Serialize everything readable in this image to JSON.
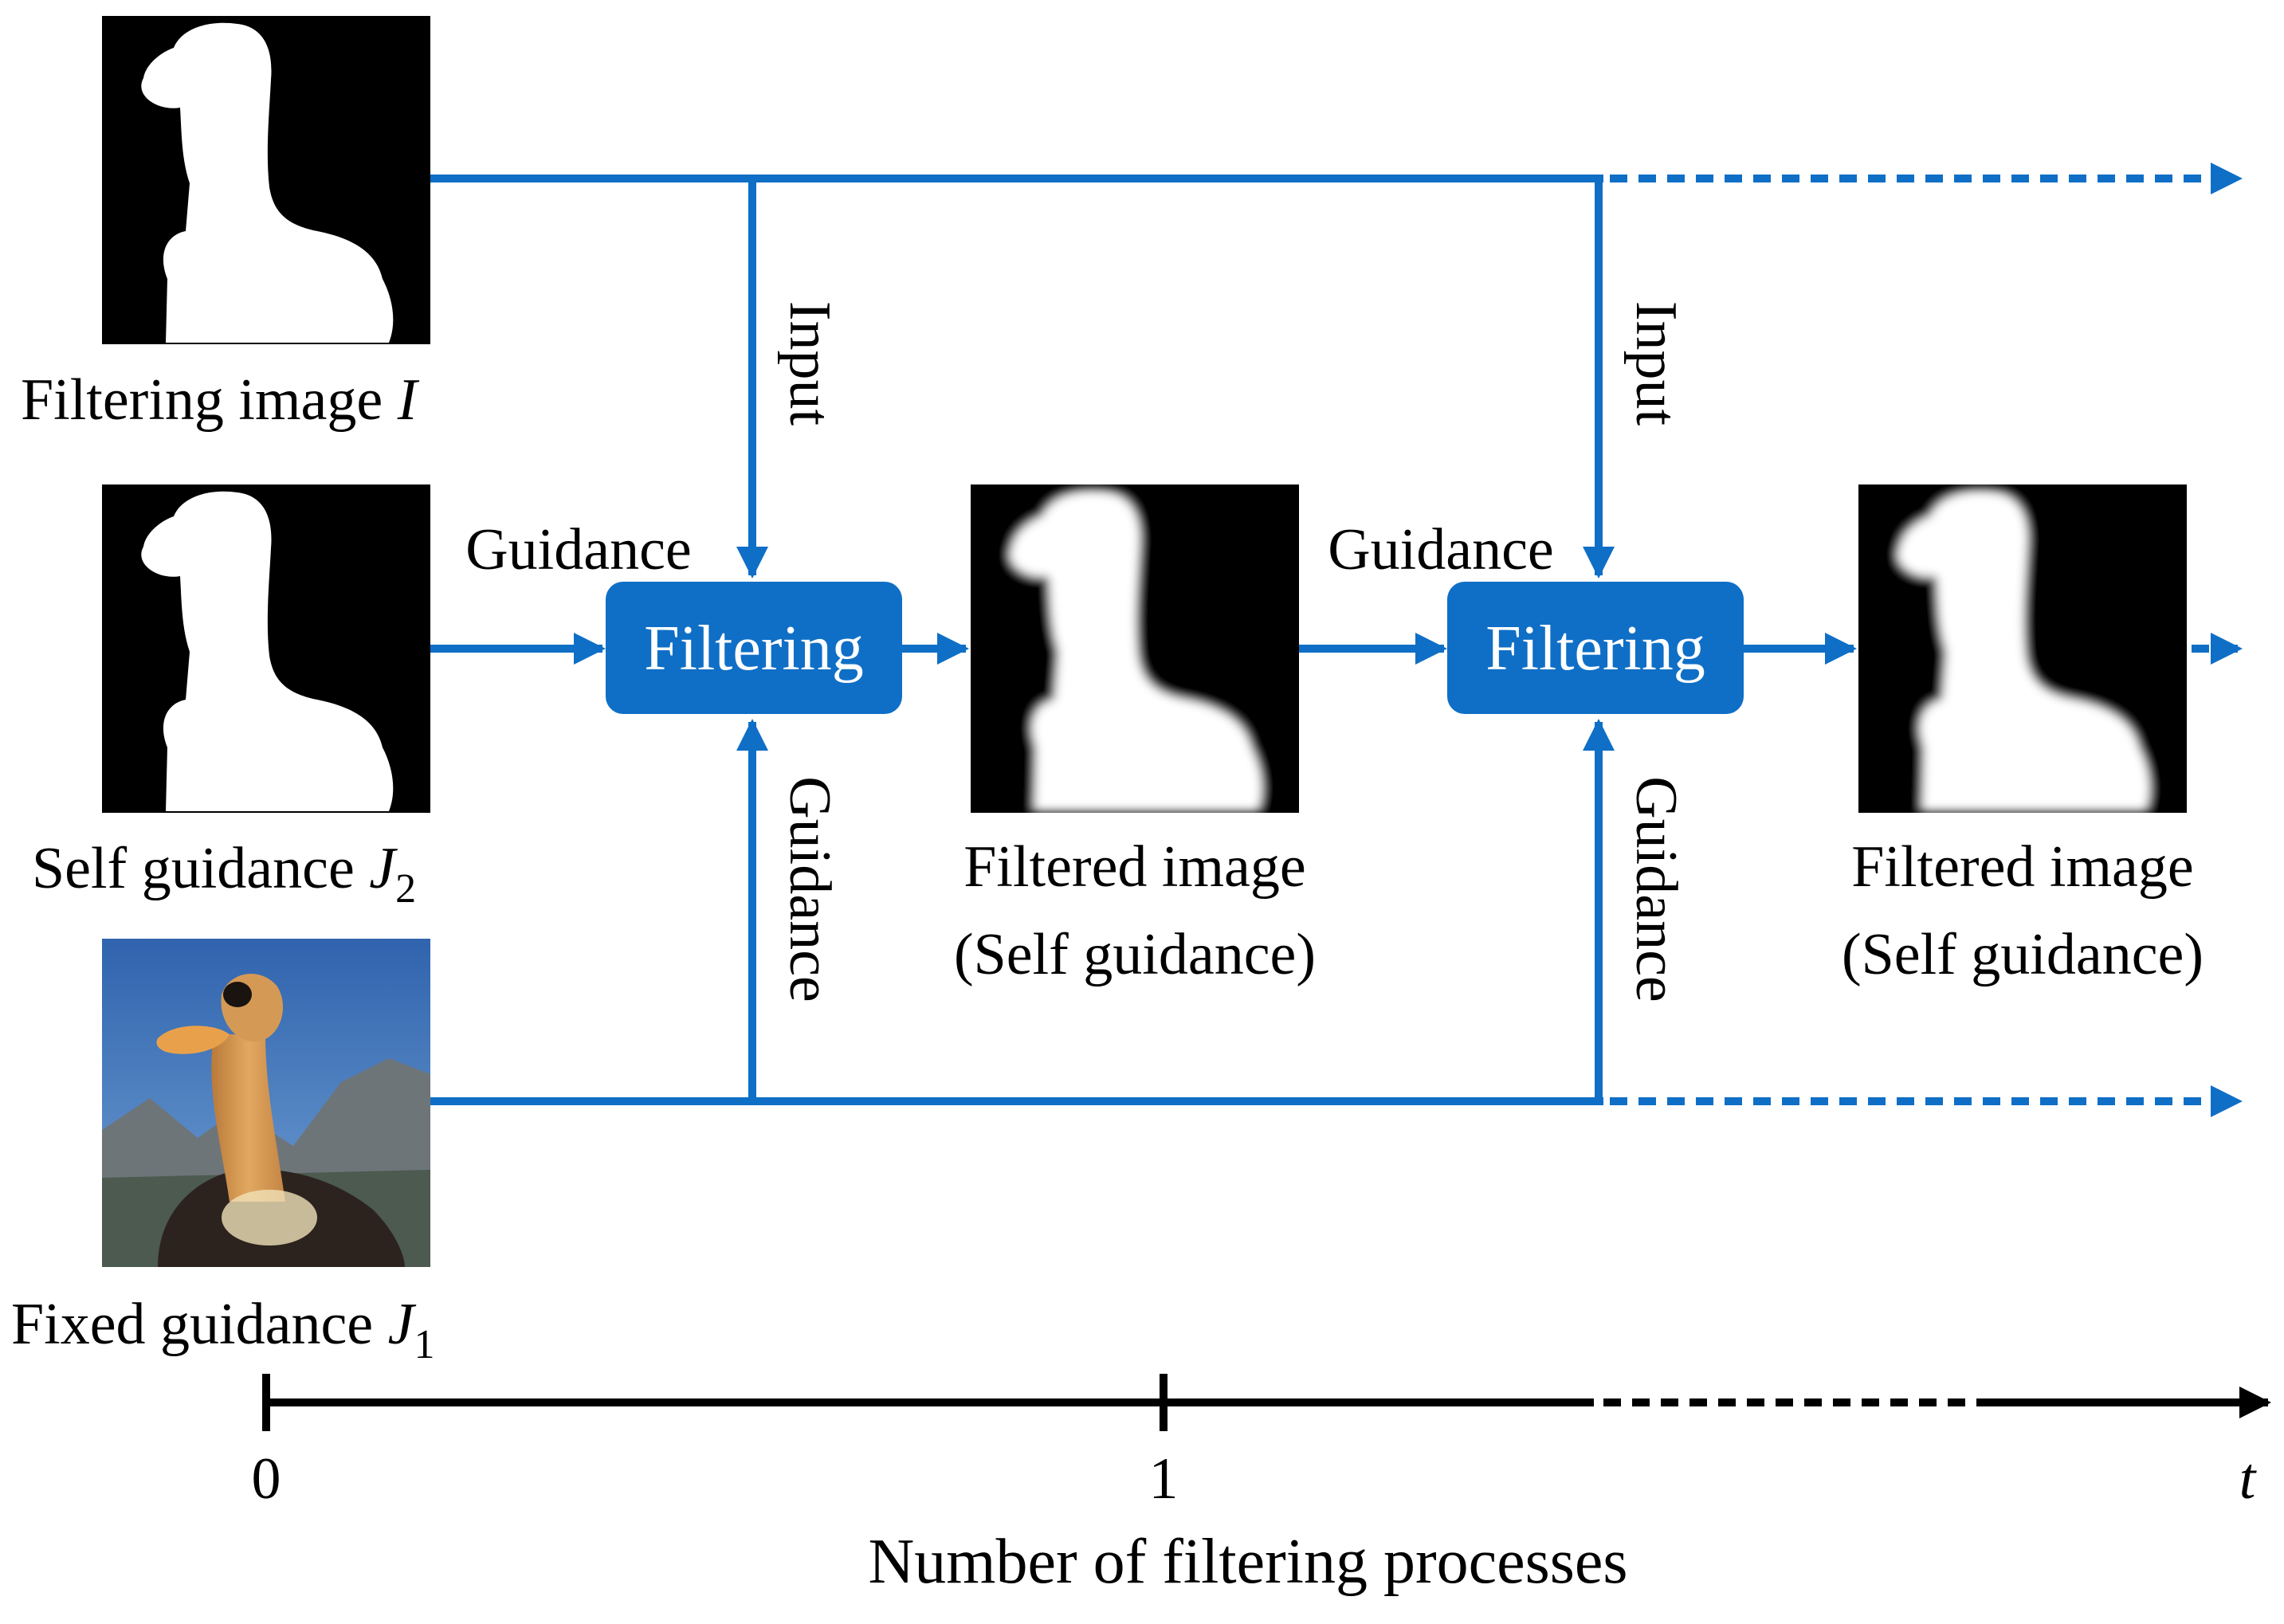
{
  "colors": {
    "accent": "#0f6fc6",
    "axis": "#000000",
    "mask_bg": "#000000",
    "mask_fg": "#ffffff",
    "photo_sky": "#3b73b8",
    "photo_body": "#d9a05a"
  },
  "images": {
    "filtering_image": {
      "label": "Filtering image ",
      "symbol": "I",
      "icon": "binary-mask-image"
    },
    "self_guidance": {
      "label": "Self guidance ",
      "symbol": "J",
      "subscript": "2",
      "icon": "binary-mask-image"
    },
    "fixed_guidance": {
      "label": "Fixed guidance ",
      "symbol": "J",
      "subscript": "1",
      "icon": "ostrich-photo"
    },
    "filtered_1": {
      "line1": "Filtered image",
      "line2": "(Self guidance)",
      "icon": "soft-mask-image"
    },
    "filtered_2": {
      "line1": "Filtered image",
      "line2": "(Self guidance)",
      "icon": "soft-mask-image"
    }
  },
  "boxes": {
    "filter_1": "Filtering",
    "filter_2": "Filtering"
  },
  "edge_labels": {
    "guidance_top_1": "Guidance",
    "guidance_top_2": "Guidance",
    "input_1": "Input",
    "input_2": "Input",
    "guidance_vertical_1": "Guidance",
    "guidance_vertical_2": "Guidance"
  },
  "axis": {
    "ticks": [
      "0",
      "1",
      "t"
    ],
    "title": "Number of filtering processes"
  }
}
